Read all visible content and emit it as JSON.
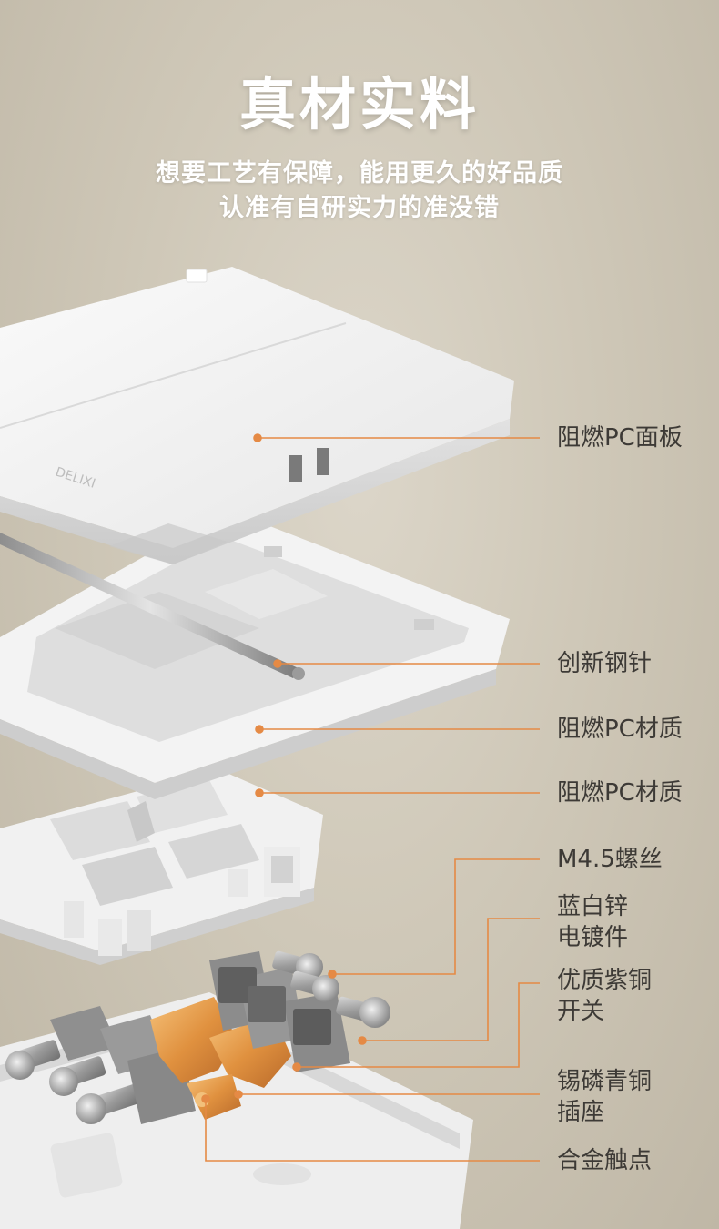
{
  "title": "真材实料",
  "subtitle": {
    "line1": "想要工艺有保障，能用更久的好品质",
    "line2": "认准有自研实力的准没错"
  },
  "accent_color": "#e58a45",
  "callouts": [
    {
      "id": "panel",
      "line1": "阻燃PC面板",
      "line2": ""
    },
    {
      "id": "steel-pin",
      "line1": "创新钢针",
      "line2": ""
    },
    {
      "id": "frame",
      "line1": "阻燃PC材质",
      "line2": ""
    },
    {
      "id": "base",
      "line1": "阻燃PC材质",
      "line2": ""
    },
    {
      "id": "screw",
      "line1": "M4.5螺丝",
      "line2": ""
    },
    {
      "id": "zinc",
      "line1": "蓝白锌",
      "line2": "电镀件"
    },
    {
      "id": "copper-switch",
      "line1": "优质紫铜",
      "line2": "开关"
    },
    {
      "id": "bronze-socket",
      "line1": "锡磷青铜",
      "line2": "插座"
    },
    {
      "id": "contact",
      "line1": "合金触点",
      "line2": ""
    }
  ]
}
